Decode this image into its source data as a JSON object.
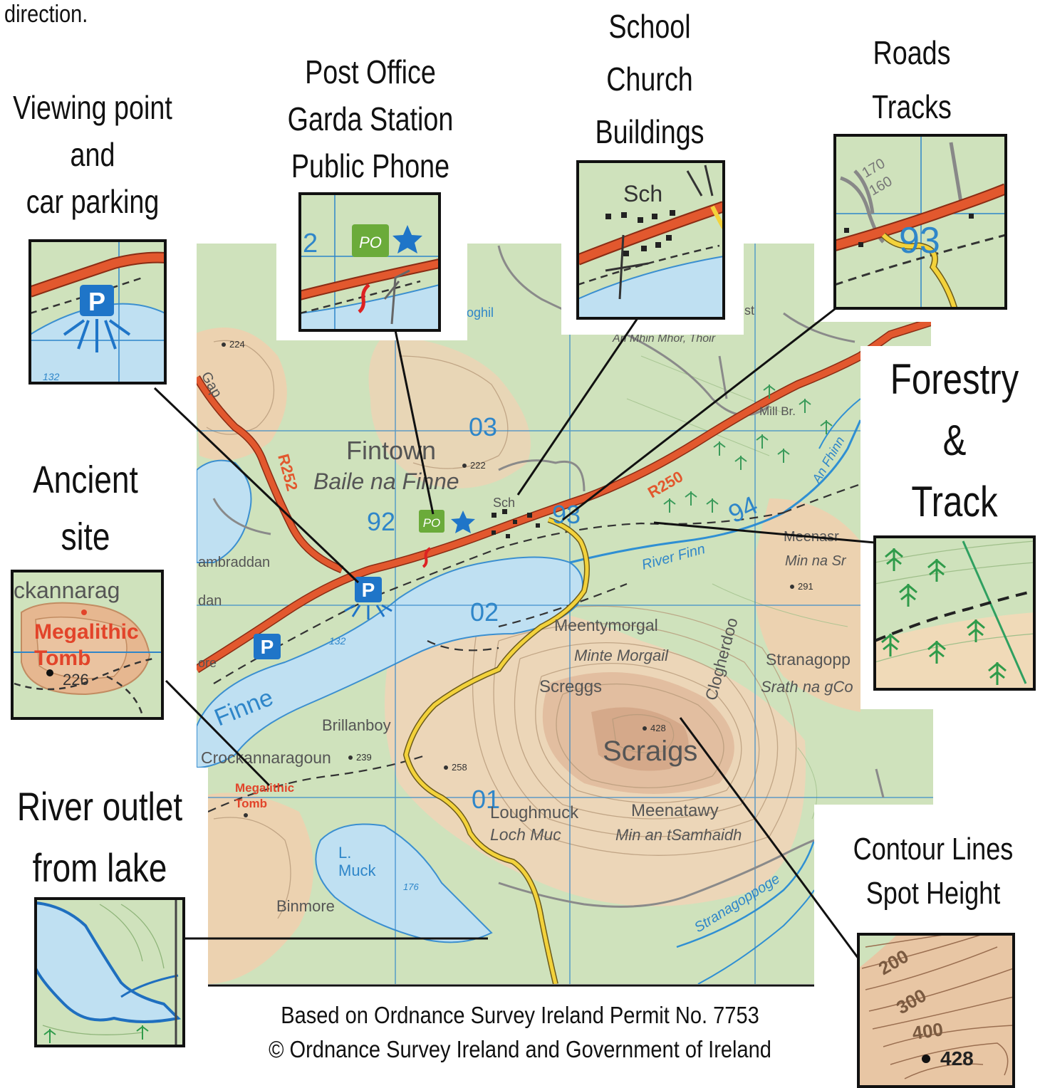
{
  "intro_text": "direction.",
  "legend_labels": {
    "viewing_point": [
      "Viewing point",
      "and",
      "car parking"
    ],
    "post_office": [
      "Post Office",
      "Garda Station",
      "Public Phone"
    ],
    "school": [
      "School",
      "Church",
      "Buildings"
    ],
    "roads": [
      "Roads",
      "Tracks"
    ],
    "forestry": [
      "Forestry",
      "&",
      "Track"
    ],
    "ancient_site": [
      "Ancient",
      "site"
    ],
    "river_outlet": [
      "River outlet",
      "from lake"
    ],
    "contour": [
      "Contour Lines",
      "Spot Height"
    ]
  },
  "map_labels": {
    "fintown": "Fintown",
    "fintown_irish": "Baile na Finne",
    "grid_03": "03",
    "grid_92": "92",
    "grid_93": "93",
    "grid_94": "94",
    "grid_02": "02",
    "grid_01": "01",
    "road_r252": "R252",
    "road_r250": "R250",
    "sch": "Sch",
    "po": "PO",
    "parking": "P",
    "mill_br": "Mill Br.",
    "river_finn": "River Finn",
    "an_fhinn": "An Fhinn",
    "meentymorgal": "Meentymorgal",
    "minte_morgail": "Minte Morgail",
    "screggs": "Screggs",
    "clogherdoo": "Clogherdoo",
    "stranagopp": "Stranagopp",
    "srath_na_gco": "Srath na gCo",
    "scraigs": "Scraigs",
    "brillanboy": "Brillanboy",
    "crockannaragoun": "Crockannaragoun",
    "megalithic": "Megalithic",
    "tomb": "Tomb",
    "finne": "Finne",
    "loughmuck": "Loughmuck",
    "loch_muc": "Loch Muc",
    "meenatawy": "Meenatawy",
    "min_an_tsamhaidh": "Min an tSamhaidh",
    "l_muck_1": "L.",
    "l_muck_2": "Muck",
    "binmore": "Binmore",
    "stranagoppoge": "Stranagoppoge",
    "gap": "Gap",
    "meenasr": "Meenasr",
    "min_na_sr": "Min na Sr",
    "cambraddan": "ambraddan",
    "dan": "dan",
    "ore": "ore",
    "toghil": "oghil",
    "an_mhin_mhor": "An Mhin Mhor, Thoir",
    "st": "st",
    "spot_224": "224",
    "spot_222": "222",
    "spot_239": "239",
    "spot_258": "258",
    "spot_428": "428",
    "spot_291": "291",
    "spot_226": "226",
    "spot_132": "132",
    "spot_176": "176",
    "contour_200": "200",
    "contour_300": "300",
    "contour_400": "400",
    "inset_ckannarag": "ckannarag",
    "inset_2": "2",
    "inset_170": "170",
    "inset_160": "160"
  },
  "credit": {
    "line1": "Based on Ordnance Survey Ireland Permit No. 7753",
    "line2": "© Ordnance Survey Ireland and Government of Ireland"
  },
  "colors": {
    "map_green": "#cfe2bc",
    "map_tan": "#ecd2b0",
    "water": "#bfe0f2",
    "road_red": "#e2582e",
    "road_yellow": "#f3d23b",
    "grid_blue": "#2f86c9",
    "symbol_green": "#6bab3a",
    "symbol_blue": "#1f75c8",
    "ancient_red": "#e2442a"
  }
}
